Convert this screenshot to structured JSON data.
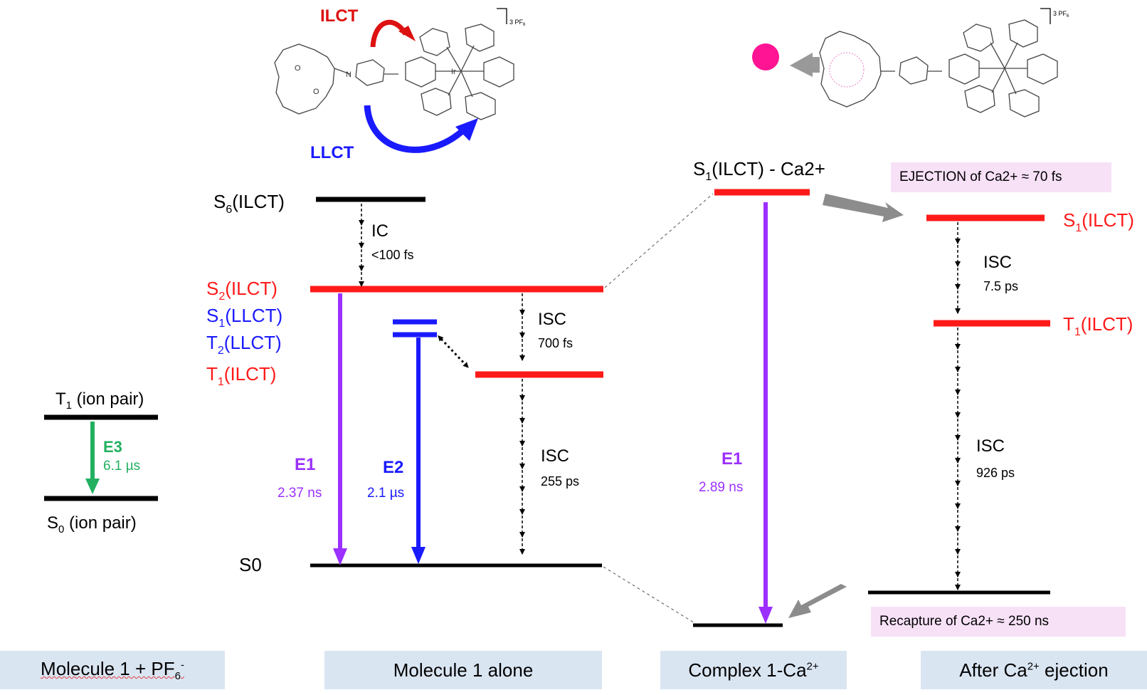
{
  "molecule": {
    "left_charge": "3 PF",
    "left_charge_sub": "6",
    "right_charge": "3 PF",
    "right_charge_sub": "6",
    "ilct_arrow_label": "ILCT",
    "llct_arrow_label": "LLCT",
    "atom_N": "N",
    "atom_O": "O",
    "atom_Ir": "Ir"
  },
  "left_panel": {
    "t1_label": "T",
    "t1_sub": "1",
    "t1_rest": " (ion pair)",
    "s0_label": "S",
    "s0_sub": "0",
    "s0_rest": " (ion pair)",
    "e3_label": "E3",
    "e3_time": "6.1 µs"
  },
  "middle_panel": {
    "s6": "S",
    "s6_sub": "6",
    "s6_rest": "(ILCT)",
    "s2": "S",
    "s2_sub": "2",
    "s2_rest": "(ILCT)",
    "s1llct": "S",
    "s1llct_sub": "1",
    "s1llct_rest": "(LLCT)",
    "t2llct": "T",
    "t2llct_sub": "2",
    "t2llct_rest": "(LLCT)",
    "t1ilct": "T",
    "t1ilct_sub": "1",
    "t1ilct_rest": "(ILCT)",
    "s0": "S0",
    "ic_label": "IC",
    "ic_time": "<100 fs",
    "isc1_label": "ISC",
    "isc1_time": "700 fs",
    "isc2_label": "ISC",
    "isc2_time": "255 ps",
    "e1_label": "E1",
    "e1_time": "2.37 ns",
    "e2_label": "E2",
    "e2_time": "2.1 µs"
  },
  "complex_panel": {
    "s1": "S",
    "s1_sub": "1",
    "s1_rest": "(ILCT) - Ca2+",
    "e1_label": "E1",
    "e1_time": "2.89 ns"
  },
  "after_panel": {
    "ejection": "EJECTION of Ca2+ ≈ 70 fs",
    "s1": "S",
    "s1_sub": "1",
    "s1_rest": "(ILCT)",
    "t1": "T",
    "t1_sub": "1",
    "t1_rest": "(ILCT)",
    "isc1_label": "ISC",
    "isc1_time": "7.5 ps",
    "isc2_label": "ISC",
    "isc2_time": "926 ps",
    "recapture": "Recapture of Ca2+ ≈ 250 ns"
  },
  "bottom_panels": {
    "p1_main": "Molecule 1 + PF",
    "p1_sub": "6",
    "p1_sup": "-",
    "p2": "Molecule 1 alone",
    "p3_main": "Complex 1-Ca",
    "p3_sup": "2+",
    "p4_pre": "After Ca",
    "p4_sup": "2+",
    "p4_post": " ejection"
  },
  "colors": {
    "red": "#ff1a1a",
    "blue": "#1a1aff",
    "purple": "#9b30ff",
    "green": "#22b060",
    "gray": "#8c8c8c",
    "magenta": "#ff1493",
    "panel_bg": "#dae5f2",
    "pink_box": "#f7e1f7"
  }
}
